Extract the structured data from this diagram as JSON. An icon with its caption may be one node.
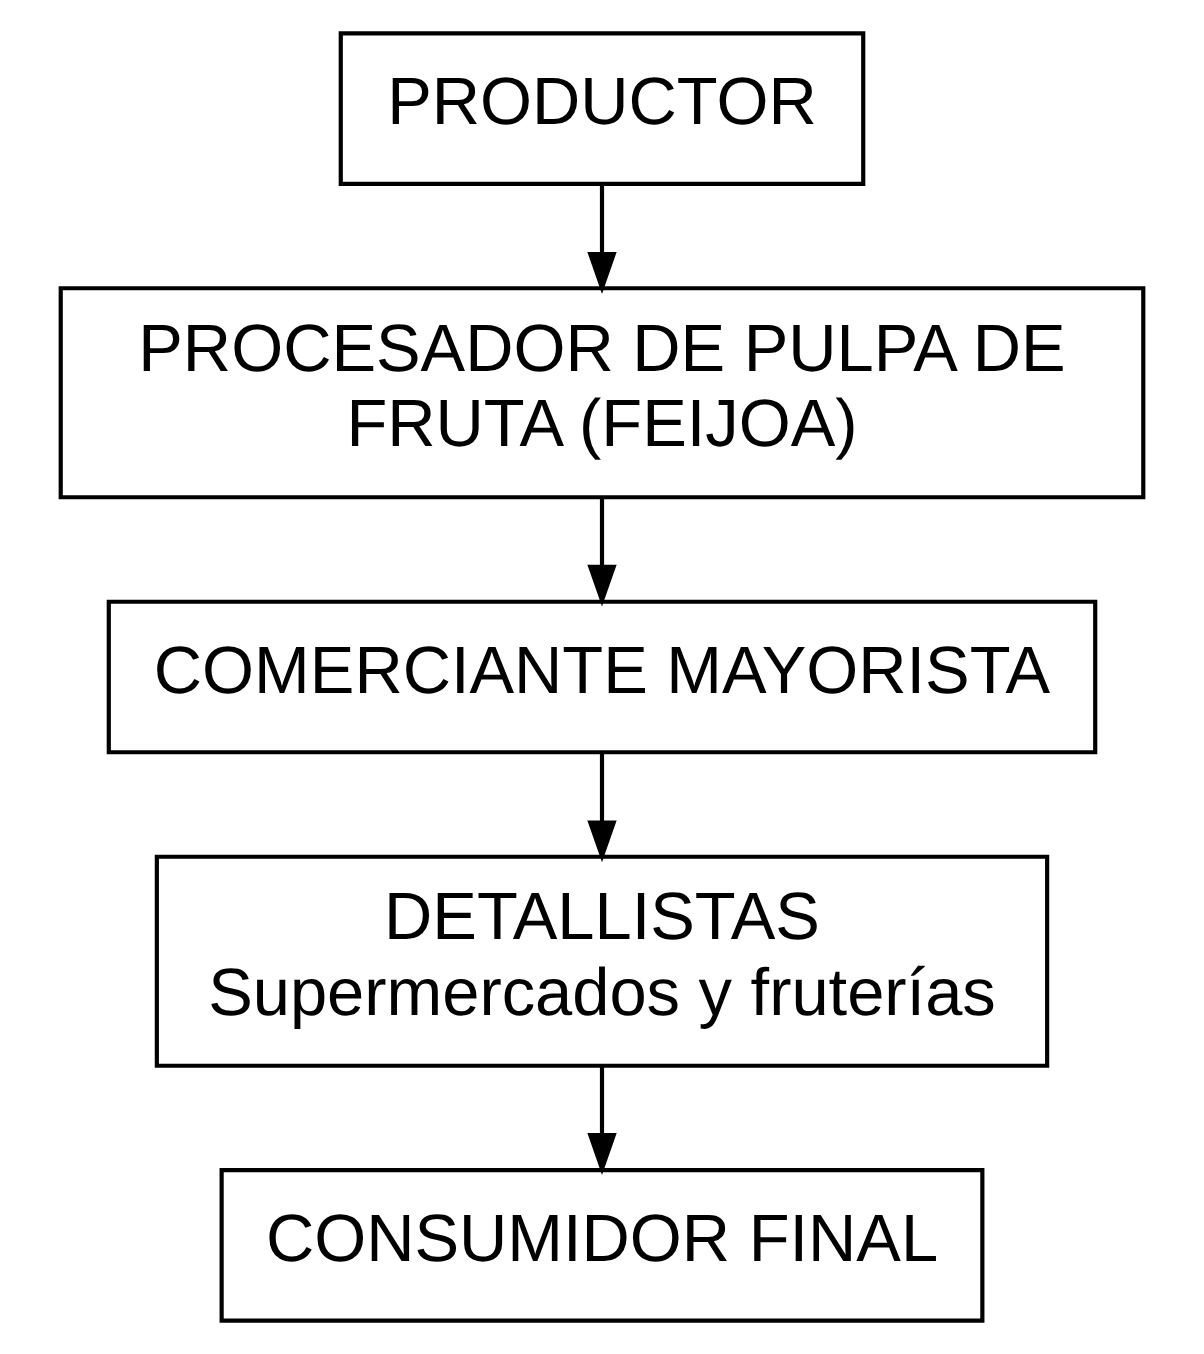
{
  "diagram": {
    "nodes": [
      {
        "text": [
          "PRODUCTOR"
        ]
      },
      {
        "text": [
          "PROCESADOR DE PULPA DE FRUTA (FEIJOA)"
        ]
      },
      {
        "text": [
          "COMERCIANTE MAYORISTA"
        ]
      },
      {
        "text": [
          "DETALLISTAS",
          "Supermercados y fruterías"
        ]
      },
      {
        "text": [
          "CONSUMIDOR FINAL"
        ]
      }
    ],
    "edges": [
      {
        "from": 0,
        "to": 1,
        "arrow": "to"
      },
      {
        "from": 1,
        "to": 2,
        "arrow": "to"
      },
      {
        "from": 2,
        "to": 3,
        "arrow": "to"
      },
      {
        "from": 3,
        "to": 4,
        "arrow": "to"
      }
    ]
  }
}
